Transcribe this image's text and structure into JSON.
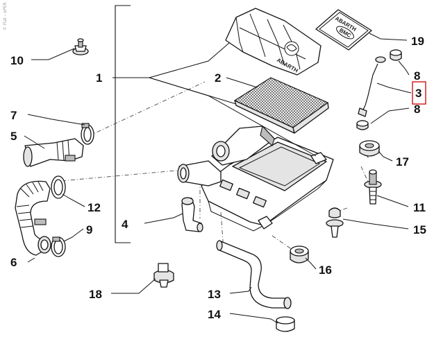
{
  "watermark": "© Fiat – ePER",
  "callouts": [
    {
      "id": "1",
      "label": "1"
    },
    {
      "id": "2",
      "label": "2"
    },
    {
      "id": "3",
      "label": "3"
    },
    {
      "id": "4",
      "label": "4"
    },
    {
      "id": "5",
      "label": "5"
    },
    {
      "id": "6",
      "label": "6"
    },
    {
      "id": "7",
      "label": "7"
    },
    {
      "id": "8a",
      "label": "8"
    },
    {
      "id": "8b",
      "label": "8"
    },
    {
      "id": "9",
      "label": "9"
    },
    {
      "id": "10",
      "label": "10"
    },
    {
      "id": "11",
      "label": "11"
    },
    {
      "id": "12",
      "label": "12"
    },
    {
      "id": "13",
      "label": "13"
    },
    {
      "id": "14",
      "label": "14"
    },
    {
      "id": "15",
      "label": "15"
    },
    {
      "id": "16",
      "label": "16"
    },
    {
      "id": "17",
      "label": "17"
    },
    {
      "id": "18",
      "label": "18"
    },
    {
      "id": "19",
      "label": "19"
    }
  ],
  "highlighted_callout": "3",
  "highlight_color": "#cc0000",
  "logos": {
    "cover_logo": "ABARTH",
    "decal_top": "ABARTH",
    "decal_brand": "BMC"
  }
}
